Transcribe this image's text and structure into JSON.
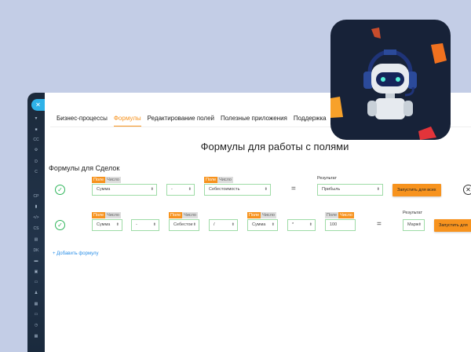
{
  "sidebar": {
    "items": [
      "CC",
      "D",
      "C",
      "CP",
      "CS",
      "DK"
    ]
  },
  "tabs": [
    "Бизнес-процессы",
    "Формулы",
    "Редактирование полей",
    "Полезные приложения",
    "Поддержка"
  ],
  "active_tab": "Формулы",
  "title": "Формулы для работы с полями",
  "section": "Формулы для Сделок",
  "toggle": {
    "field": "Поле",
    "number": "Число"
  },
  "result_label": "Результат",
  "row1": {
    "a": "Сумма",
    "op": "-",
    "b": "Себестоимость",
    "eq": "=",
    "result": "Прибыль",
    "button": "Запустить для всех"
  },
  "row2": {
    "a": "Сумма",
    "op1": "-",
    "b": "Себестои",
    "op2": "/",
    "c": "Сумма",
    "op3": "*",
    "d": "100",
    "eq": "=",
    "result": "Марж",
    "button": "Запустить для"
  },
  "add_formula": "+ Добавить формулу",
  "colors": {
    "accent": "#f7931e",
    "success": "#2fb55a",
    "link": "#2a8fe8",
    "sidebar": "#1c2a3c",
    "background": "#c3cde6"
  }
}
